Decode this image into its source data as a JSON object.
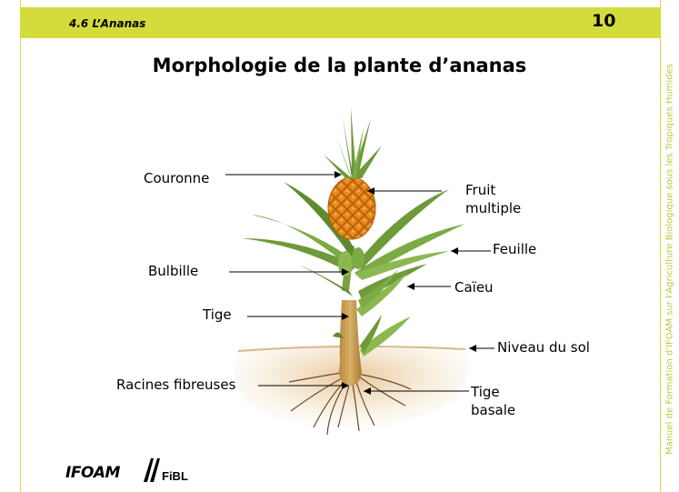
{
  "header": {
    "section": "4.6 L’Ananas",
    "page_number": "10",
    "color": "#d4dc3c"
  },
  "title": "Morphologie de la plante d’ananas",
  "side_note": "Manuel de Formation d'IFOAM sur l'Agriculture Biologique sous les Tropiques Humides",
  "labels": {
    "couronne": "Couronne",
    "fruit_line1": "Fruit",
    "fruit_line2": "multiple",
    "feuille": "Feuille",
    "bulbille": "Bulbille",
    "caieu": "Caïeu",
    "tige": "Tige",
    "niveau_sol": "Niveau du sol",
    "racines": "Racines fibreuses",
    "tige_basale_line1": "Tige",
    "tige_basale_line2": "basale"
  },
  "logos": {
    "ifoam": "IFOAM",
    "fibl": "FiBL"
  }
}
